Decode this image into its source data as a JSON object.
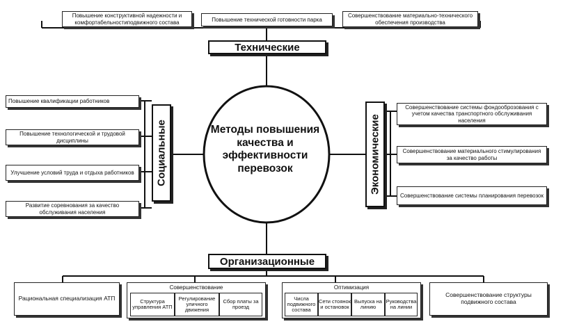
{
  "center": {
    "line1": "Методы повышения",
    "line2": "качества и",
    "line3": "эффективности",
    "line4": "перевозок"
  },
  "categories": {
    "technical": "Технические",
    "social": "Социальные",
    "economic": "Экономические",
    "organizational": "Организационные"
  },
  "technical_items": [
    "Повышение конструктивной надежности и комфортабельностиподвижного состава",
    "Повышение технической готовности парка",
    "Совершенствование материально-технического обеспечения производства"
  ],
  "social_items": [
    "Повышение квалификации работников",
    "Повышение технологической и трудовой дисциплины",
    "Улучшение условий труда и отдыха работников",
    "Развитие соревнования за качество обслуживания населения"
  ],
  "economic_items": [
    "Совершенствование системы фондооброзования с учетом качества транспортного обслуживания населения",
    "Совершенствование материального стимулирования за качество работы",
    "Совершенствование системы планирования перевозок"
  ],
  "organizational": {
    "specialization": "Рациональная специализация АТП",
    "improvement": {
      "title": "Совершенствование",
      "items": [
        "Структура управления АТП",
        "Регулирование уличного движения",
        "Сбор платы за проезд"
      ]
    },
    "optimization": {
      "title": "Оптимизация",
      "items": [
        "Числа подвижного состава",
        "Сети стоянок и остановок",
        "Выпуска на линию",
        "Руководства на линии"
      ]
    },
    "fleet_structure": "Совершенствование структуры подвижного состава"
  }
}
